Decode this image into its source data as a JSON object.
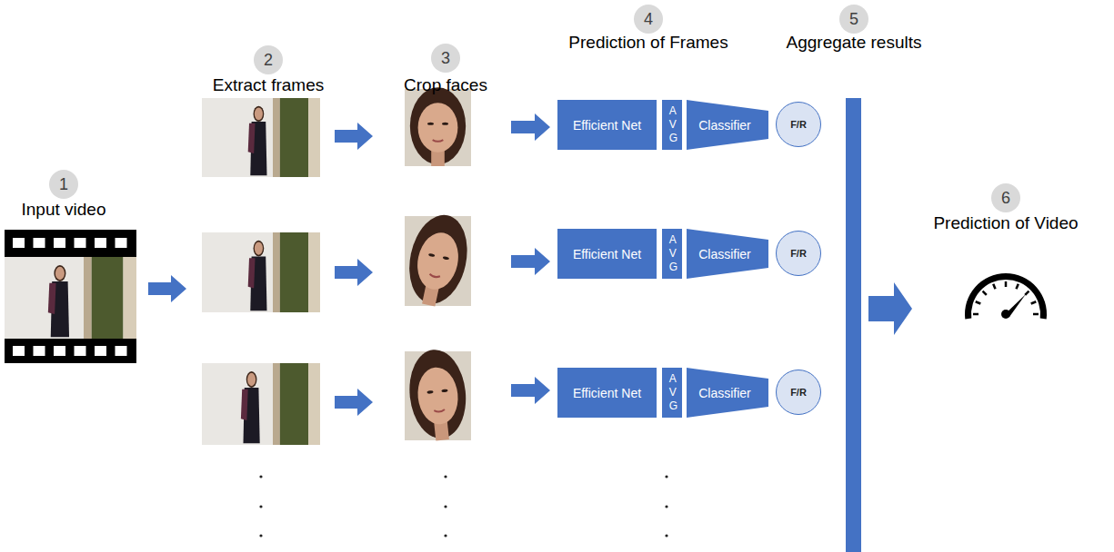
{
  "diagram": {
    "nodes": [
      {
        "text": [
          "1"
        ]
      },
      {
        "text": [
          "2"
        ]
      },
      {
        "text": [
          "3"
        ]
      },
      {
        "text": [
          "4"
        ]
      },
      {
        "text": [
          "5"
        ]
      },
      {
        "text": [
          "6"
        ]
      },
      {
        "text": [
          "Efficient Net"
        ]
      },
      {
        "text": [
          "AVG"
        ]
      },
      {
        "text": [
          "Classifier"
        ]
      },
      {
        "text": [
          "F/R"
        ]
      },
      {
        "text": [
          "Efficient Net"
        ]
      },
      {
        "text": [
          "AVG"
        ]
      },
      {
        "text": [
          "Classifier"
        ]
      },
      {
        "text": [
          "F/R"
        ]
      },
      {
        "text": [
          "Efficient Net"
        ]
      },
      {
        "text": [
          "AVG"
        ]
      },
      {
        "text": [
          "Classifier"
        ]
      },
      {
        "text": [
          "F/R"
        ]
      }
    ],
    "labels": [
      "Input video",
      "Extract frames",
      "Crop faces",
      "Prediction of Frames",
      "Aggregate results",
      "Prediction of Video"
    ]
  }
}
